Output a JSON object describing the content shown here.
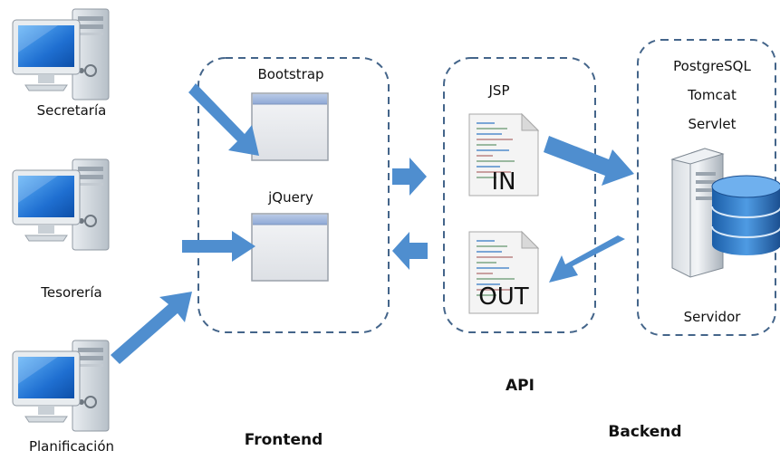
{
  "clients": [
    {
      "label": "Secretaría"
    },
    {
      "label": "Tesorería"
    },
    {
      "label": "Planificación"
    }
  ],
  "frontend": {
    "section_label": "Frontend",
    "components": [
      {
        "label": "Bootstrap",
        "icon": "window-icon"
      },
      {
        "label": "jQuery",
        "icon": "window-icon"
      }
    ]
  },
  "api": {
    "section_label": "API",
    "jsp_label": "JSP",
    "documents": [
      {
        "label": "IN",
        "icon": "document-icon"
      },
      {
        "label": "OUT",
        "icon": "document-icon"
      }
    ]
  },
  "backend": {
    "section_label": "Backend",
    "technologies": [
      "PostgreSQL",
      "Tomcat",
      "Servlet"
    ],
    "server_label": "Servidor",
    "icon": "server-database-icon"
  },
  "colors": {
    "arrow": "#4f8ecf",
    "dashed_border": "#44658a",
    "monitor_screen": "#1f6fd1"
  }
}
